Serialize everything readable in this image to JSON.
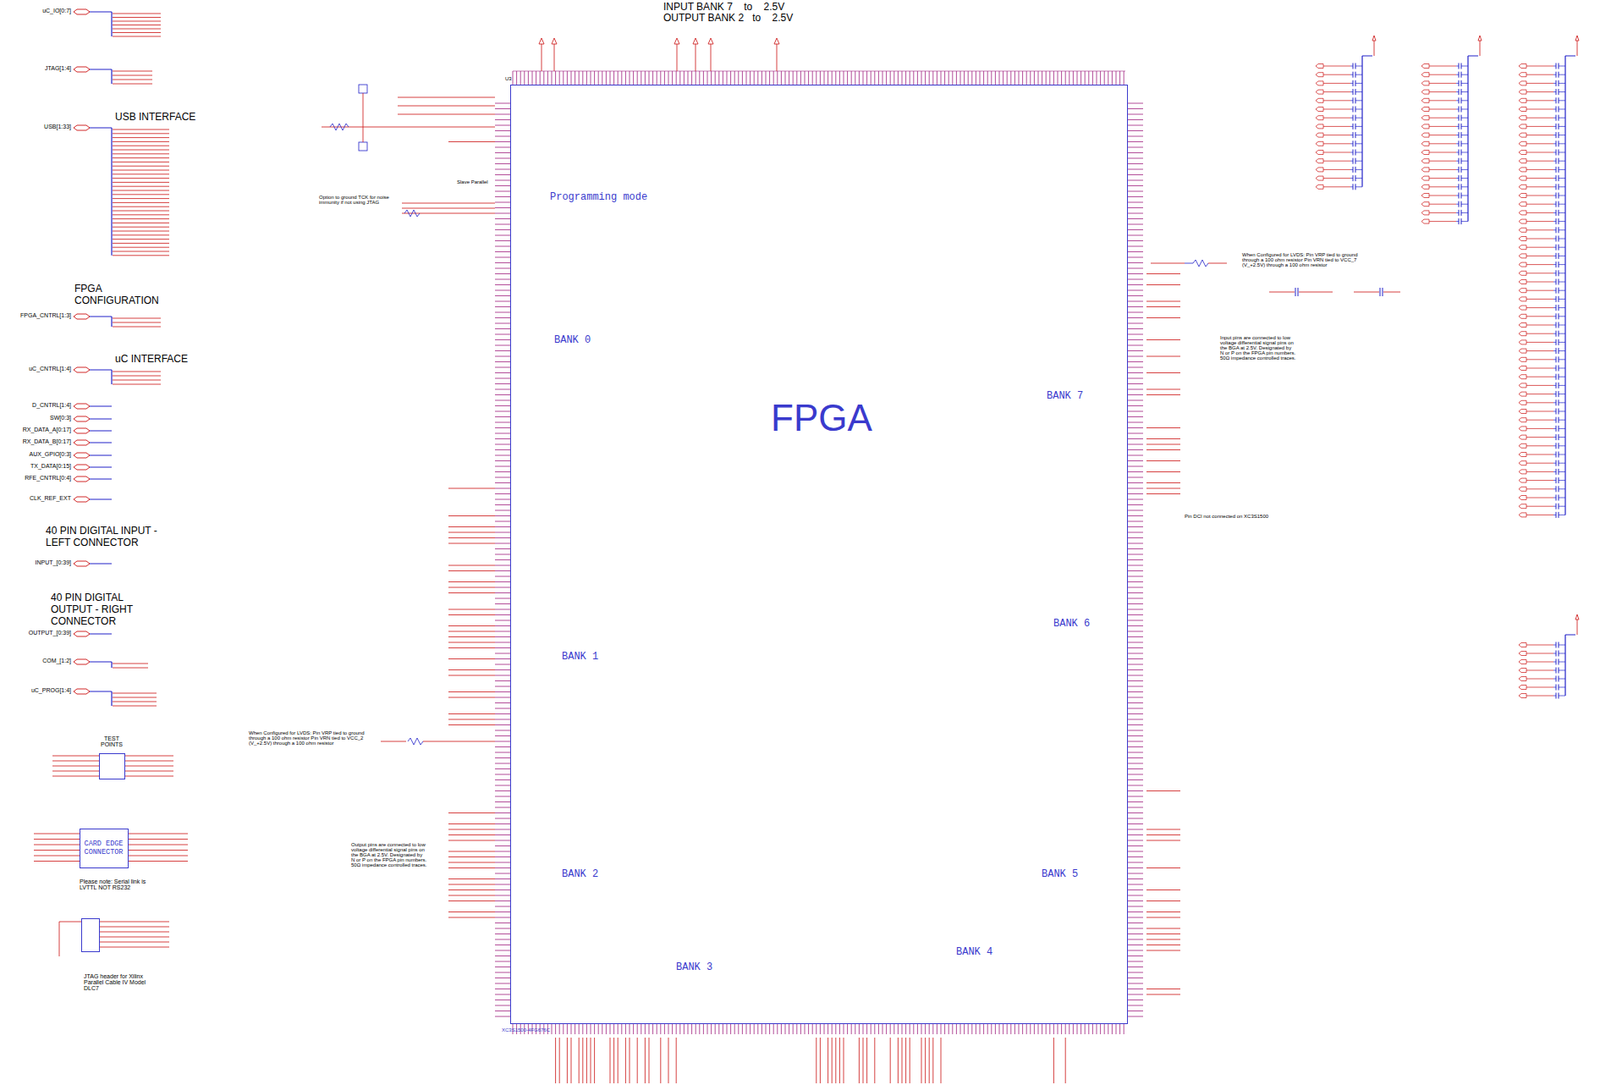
{
  "diagram": {
    "nodes": [
      {
        "text": [
          "FPGA"
        ]
      },
      {
        "text": [
          "CARD EDGE CONNECTOR"
        ]
      },
      {
        "text": [
          "JTAG header for Xilinx Parallel Cable IV Model DLC7"
        ]
      },
      {
        "text": [
          "TEST POINTS"
        ]
      }
    ],
    "labels": [
      "INPUT BANK 7    to    2.5V",
      "OUTPUT BANK 2   to    2.5V",
      "USB INTERFACE",
      "FPGA CONFIGURATION",
      "uC INTERFACE",
      "40 PIN DIGITAL INPUT - LEFT CONNECTOR",
      "40 PIN DIGITAL OUTPUT - RIGHT CONNECTOR",
      "uC_IO[0:7]",
      "JTAG[1:4]",
      "USB[1:33]",
      "FPGA_CNTRL[1:3]",
      "uC_CNTRL[1:4]",
      "D_CNTRL[1:4]",
      "SW[0:3]",
      "RX_DATA_A[0:17]",
      "RX_DATA_B[0:17]",
      "AUX_GPIO[0:3]",
      "TX_DATA[0:15]",
      "RFE_CNTRL[0:4]",
      "CLK_REF_EXT",
      "INPUT_[0:39]",
      "OUTPUT_[0:39]",
      "COM_[1:2]",
      "uC_PROG[1:4]",
      "BANK 0",
      "BANK 1",
      "BANK 2",
      "BANK 3",
      "BANK 4",
      "BANK 5",
      "BANK 6",
      "BANK 7",
      "Programming mode",
      "Please note: Serial link is LVTTL NOT RS232",
      "XC3S1500-4FG676C",
      "U3",
      "Slave Parallel",
      "Option to ground TCK for noise immunity if not using JTAG",
      "When Configured for LVDS: Pin VRP tied to ground through a 100 ohm resistor Pin VRN tied to VCC_2 (V_+2.5V) through a 100 ohm resistor",
      "Output pins are connected to low voltage differential signal pins on the BGA at 2.5V. Designated by N or P on the FPGA pin numbers. 50Ω impedance controlled traces.",
      "When Configured for LVDS: Pin VRP tied to ground through a 100 ohm resistor Pin VRN tied to VCC_7 (V_+2.5V) through a 100 ohm resistor",
      "Input pins are connected to low voltage differential signal pins on the BGA at 2.5V. Designated by N or P on the FPGA pin numbers. 50Ω impedance controlled traces.",
      "Pin DCI not connected on XC3S1500"
    ]
  }
}
